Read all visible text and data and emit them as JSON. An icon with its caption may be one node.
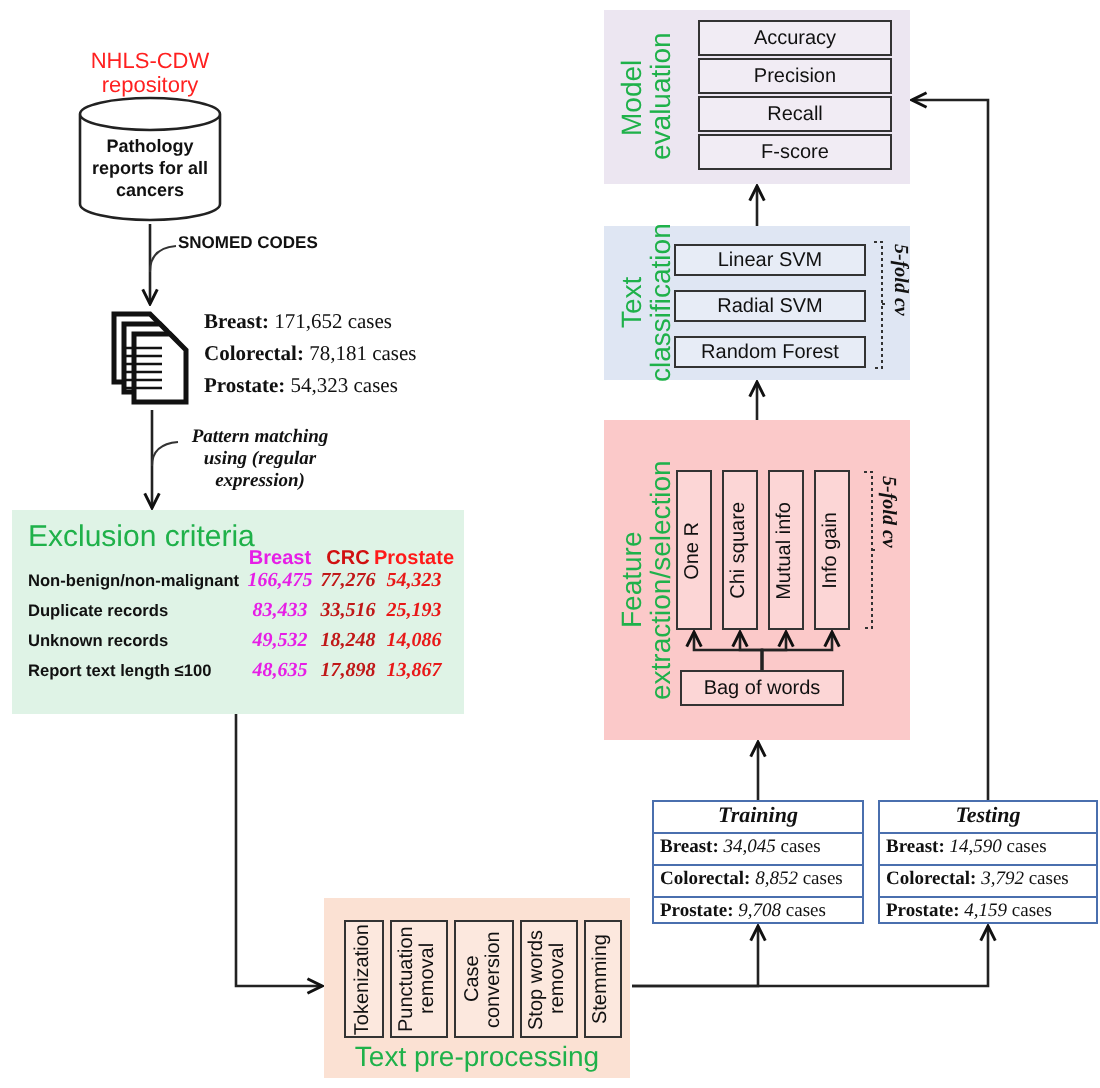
{
  "diagram": {
    "nodes": [
      {
        "text": [
          "NHLS-CDW repository",
          "Pathology reports for all cancers"
        ]
      },
      {
        "text": [],
        "shape": "document",
        "beside": [
          "**Breast:** 171,652 cases",
          "**Colorectal:** 78,181 cases",
          "**Prostate:** 54,323 cases"
        ]
      },
      {
        "text": [
          "Exclusion criteria"
        ]
      },
      {
        "text": [
          "Text pre-processing"
        ]
      },
      {
        "text": [
          "Tokenization"
        ],
        "in": 3
      },
      {
        "text": [
          "Punctuation removal"
        ],
        "in": 3
      },
      {
        "text": [
          "Case conversion"
        ],
        "in": 3
      },
      {
        "text": [
          "Stop words removal"
        ],
        "in": 3
      },
      {
        "text": [
          "Stemming"
        ],
        "in": 3
      },
      {
        "text": [
          "Training",
          "**Breast:** *34,045* cases",
          "**Colorectal:** *8,852* cases",
          "**Prostate:** *9,708* cases"
        ]
      },
      {
        "text": [
          "Testing",
          "**Breast:** *14,590* cases",
          "**Colorectal:** *3,792* cases",
          "**Prostate:** *4,159* cases"
        ]
      },
      {
        "text": [
          "Model evaluation"
        ]
      },
      {
        "text": [
          "Accuracy"
        ],
        "in": 11
      },
      {
        "text": [
          "Precision"
        ],
        "in": 11
      },
      {
        "text": [
          "Recall"
        ],
        "in": 11
      },
      {
        "text": [
          "F-score"
        ],
        "in": 11
      },
      {
        "text": [
          "Text classification"
        ]
      },
      {
        "text": [
          "Linear SVM"
        ],
        "in": 16
      },
      {
        "text": [
          "Radial SVM"
        ],
        "in": 16
      },
      {
        "text": [
          "Random Forest"
        ],
        "in": 16
      },
      {
        "text": [
          "Feature extraction/selection"
        ]
      },
      {
        "text": [
          "One R"
        ],
        "in": 20
      },
      {
        "text": [
          "Chi square"
        ],
        "in": 20
      },
      {
        "text": [
          "Mutual info"
        ],
        "in": 20
      },
      {
        "text": [
          "Info gain"
        ],
        "in": 20
      },
      {
        "text": [
          "Bag of words"
        ],
        "in": 20
      }
    ],
    "edges": [
      {
        "from": 0,
        "to": 1,
        "arrow": "to",
        "label": "SNOMED CODES"
      },
      {
        "from": 1,
        "to": 2,
        "arrow": "to",
        "label": "Pattern matching using (regular expression)"
      },
      {
        "from": 2,
        "to": 3,
        "arrow": "to"
      },
      {
        "from": 3,
        "to": 9,
        "arrow": "to"
      },
      {
        "from": 3,
        "to": 10,
        "arrow": "to"
      },
      {
        "from": 9,
        "to": 20,
        "arrow": "to"
      },
      {
        "from": 25,
        "to": 21,
        "arrow": "to"
      },
      {
        "from": 25,
        "to": 22,
        "arrow": "to"
      },
      {
        "from": 25,
        "to": 23,
        "arrow": "to"
      },
      {
        "from": 25,
        "to": 24,
        "arrow": "to"
      },
      {
        "from": 20,
        "to": 16,
        "arrow": "to"
      },
      {
        "from": 16,
        "to": 11,
        "arrow": "to"
      },
      {
        "from": 10,
        "to": 11,
        "arrow": "to"
      }
    ],
    "labels": [
      "Breast",
      "CRC",
      "Prostate",
      "Non-benign/non-malignant",
      "166,475",
      "77,276",
      "54,323",
      "Duplicate records",
      "83,433",
      "33,516",
      "25,193",
      "Unknown records",
      "49,532",
      "18,248",
      "14,086",
      "Report text length ≤100",
      "48,635",
      "17,898",
      "13,867",
      "5-fold cv",
      "5-fold cv"
    ]
  }
}
